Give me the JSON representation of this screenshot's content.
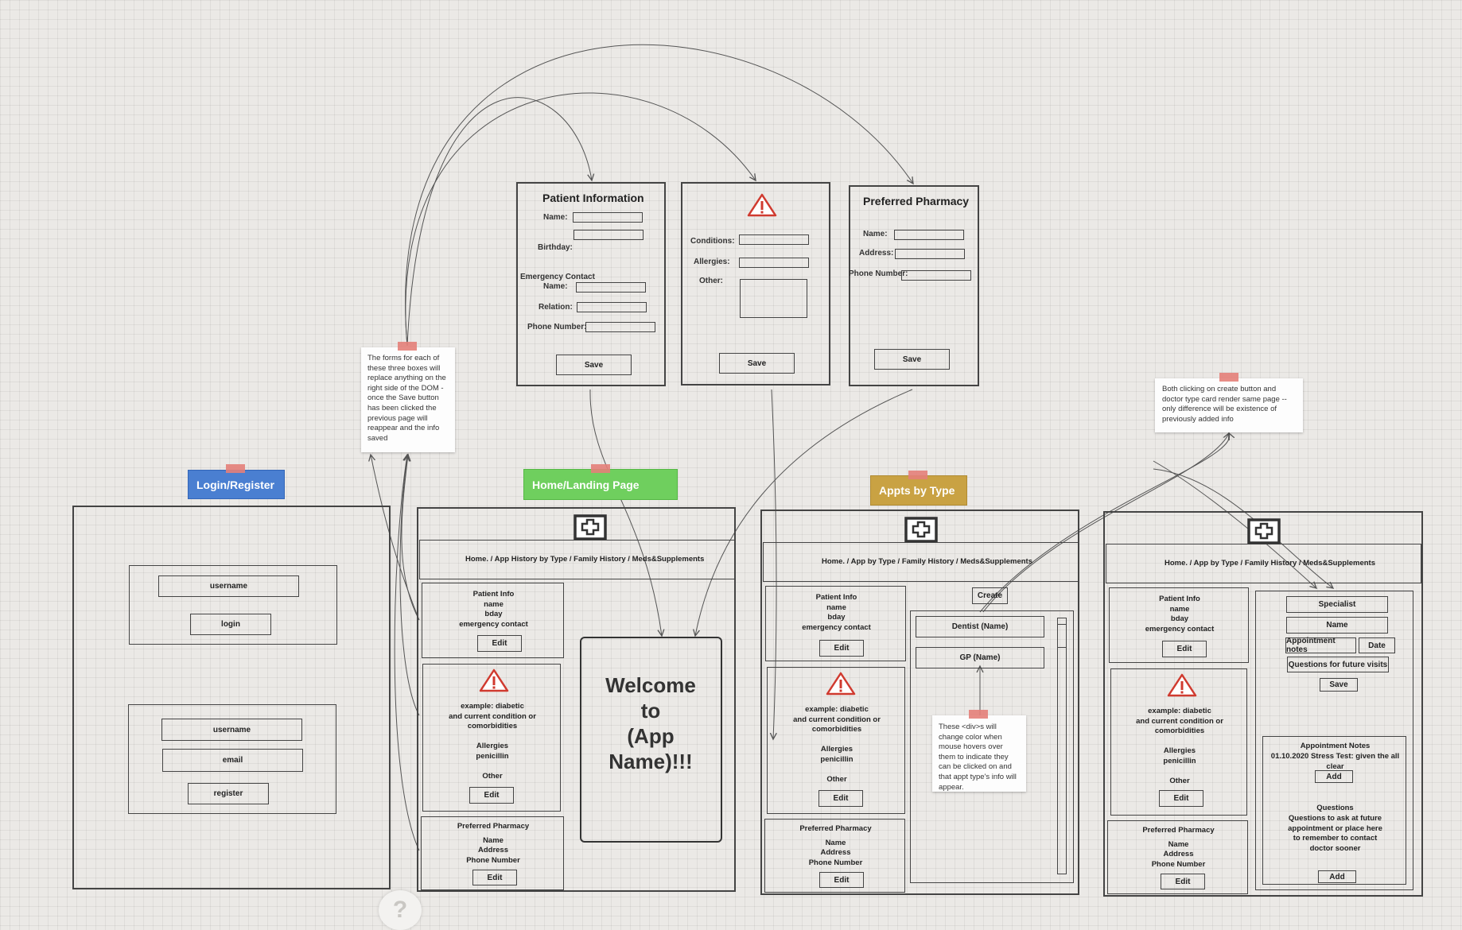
{
  "labels": {
    "login_register": "Login/Register",
    "home_landing": "Home/Landing Page",
    "appts_by_type": "Appts by Type"
  },
  "colors": {
    "login_register": "#4a7fd1",
    "home_landing": "#6fcf5e",
    "appts_by_type": "#c9a243",
    "tape": "#e48079",
    "warning_icon": "#d03a2f"
  },
  "notes": {
    "forms": "The forms for each of these three boxes will replace anything on the right side of the DOM - once the Save button has been clicked the previous page will reappear and the info saved",
    "create": "Both clicking on create button and doctor type card render same page -- only difference will be existence of previously added info",
    "hover": "These <div>s will change color when mouse hovers over them to indicate they can be clicked on and that appt type's info will appear."
  },
  "patient_form": {
    "title": "Patient Information",
    "name": "Name:",
    "birthday": "Birthday:",
    "emergency": "Emergency Contact",
    "ec_name": "Name:",
    "relation": "Relation:",
    "phone": "Phone Number:",
    "save": "Save"
  },
  "conditions_form": {
    "icon": "warning-icon",
    "conditions": "Conditions:",
    "allergies": "Allergies:",
    "other": "Other:",
    "save": "Save"
  },
  "pharmacy_form": {
    "title": "Preferred Pharmacy",
    "name": "Name:",
    "address": "Address:",
    "phone": "Phone Number:",
    "save": "Save"
  },
  "login": {
    "username": "username",
    "login": "login",
    "reg_username": "username",
    "email": "email",
    "register": "register"
  },
  "nav": {
    "home": "Home. / App History by Type / Family History / Meds&Supplements",
    "appts": "Home. / App by Type / Family History / Meds&Supplements"
  },
  "sidebar": {
    "patient_lines": [
      "Patient Info",
      "name",
      "bday",
      "emergency contact"
    ],
    "condition_lines": [
      "example: diabetic",
      "and current condition or",
      "comorbidities",
      "",
      "Allergies",
      "penicillin",
      "",
      "Other"
    ],
    "pharmacy_title": "Preferred Pharmacy",
    "pharmacy_lines": [
      "Name",
      "Address",
      "Phone Number"
    ],
    "edit": "Edit"
  },
  "welcome": [
    "Welcome",
    "to",
    "(App",
    "Name)!!!"
  ],
  "appts": {
    "create": "Create",
    "dentist": "Dentist (Name)",
    "gp": "GP (Name)"
  },
  "details": {
    "specialist": "Specialist",
    "name": "Name",
    "appointment_notes": "Appointment notes",
    "date": "Date",
    "questions_future": "Questions for future visits",
    "save": "Save",
    "notes_title": "Appointment Notes",
    "notes_entry": "01.10.2020 Stress Test: given the all clear",
    "add": "Add",
    "questions_title": "Questions",
    "questions_lines": [
      "Questions to ask at future",
      "appointment or place here",
      "to remember to contact",
      "doctor sooner"
    ]
  },
  "help_glyph": "?"
}
